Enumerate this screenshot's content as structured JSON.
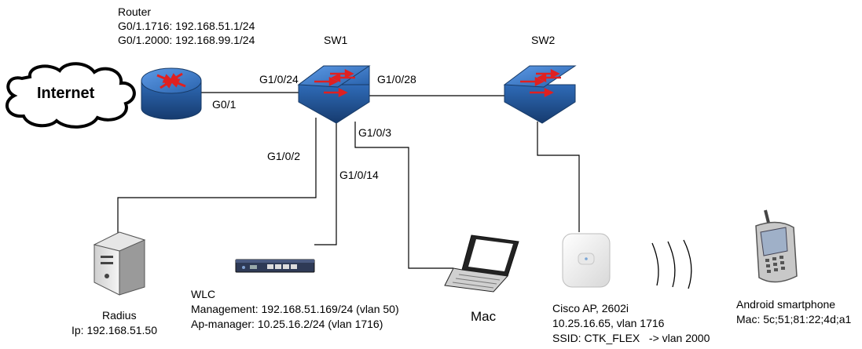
{
  "cloud": {
    "label": "Internet"
  },
  "router": {
    "title": "Router",
    "lines": [
      "G0/1.1716: 192.168.51.1/24",
      "G0/1.2000: 192.168.99.1/24"
    ],
    "port": "G0/1"
  },
  "sw1": {
    "title": "SW1",
    "ports": {
      "uplink": "G1/0/24",
      "to_sw2": "G1/0/28",
      "mac": "G1/0/3",
      "radius": "G1/0/2",
      "wlc": "G1/0/14"
    }
  },
  "sw2": {
    "title": "SW2"
  },
  "radius": {
    "title": "Radius",
    "ip": "Ip: 192.168.51.50"
  },
  "wlc": {
    "title": "WLC",
    "management": "Management: 192.168.51.169/24 (vlan 50)",
    "apmanager": "Ap-manager: 10.25.16.2/24 (vlan 1716)"
  },
  "mac": {
    "title": "Mac"
  },
  "ap": {
    "title": "Cisco AP, 2602i",
    "ip": "10.25.16.65, vlan 1716",
    "ssid": "SSID: CTK_FLEX   -> vlan 2000"
  },
  "phone": {
    "title": "Android smartphone",
    "mac": "Mac: 5c;51;81:22;4d;a1"
  },
  "colors": {
    "device_blue": "#1f4e8c",
    "device_top": "#3a7bd5",
    "arrow_red": "#e02020",
    "line": "#000000"
  }
}
